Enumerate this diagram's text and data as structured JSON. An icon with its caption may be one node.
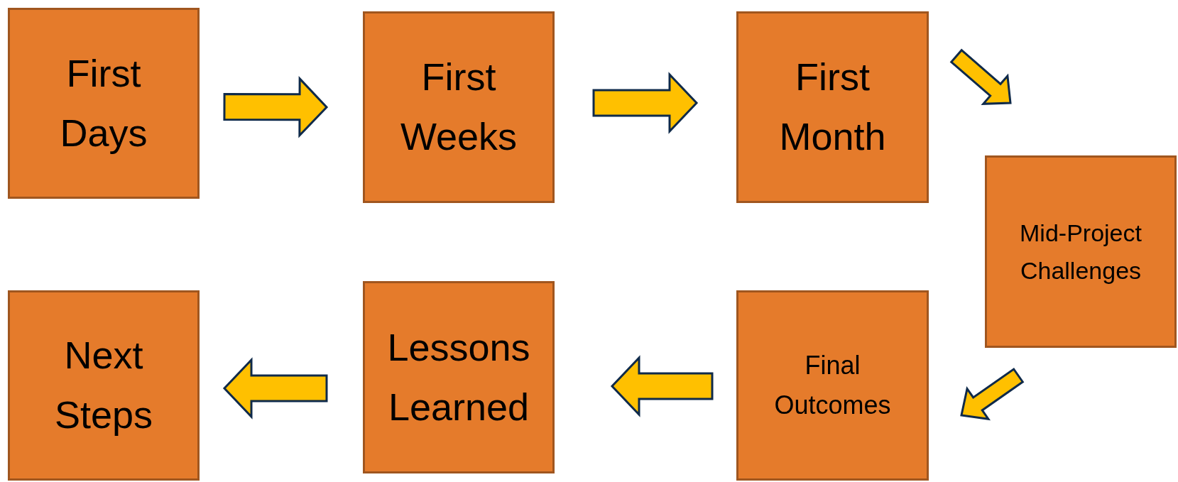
{
  "diagram": {
    "nodes": [
      {
        "text": [
          "First Days"
        ]
      },
      {
        "text": [
          "First Weeks"
        ]
      },
      {
        "text": [
          "First Month"
        ]
      },
      {
        "text": [
          "Mid-Project Challenges"
        ]
      },
      {
        "text": [
          "Final Outcomes"
        ]
      },
      {
        "text": [
          "Lessons Learned"
        ]
      },
      {
        "text": [
          "Next Steps"
        ]
      }
    ],
    "edges": [
      {
        "from": 0,
        "to": 1,
        "arrow": "to"
      },
      {
        "from": 1,
        "to": 2,
        "arrow": "to"
      },
      {
        "from": 2,
        "to": 3,
        "arrow": "to"
      },
      {
        "from": 3,
        "to": 4,
        "arrow": "to"
      },
      {
        "from": 4,
        "to": 5,
        "arrow": "to"
      },
      {
        "from": 5,
        "to": 6,
        "arrow": "to"
      }
    ]
  }
}
